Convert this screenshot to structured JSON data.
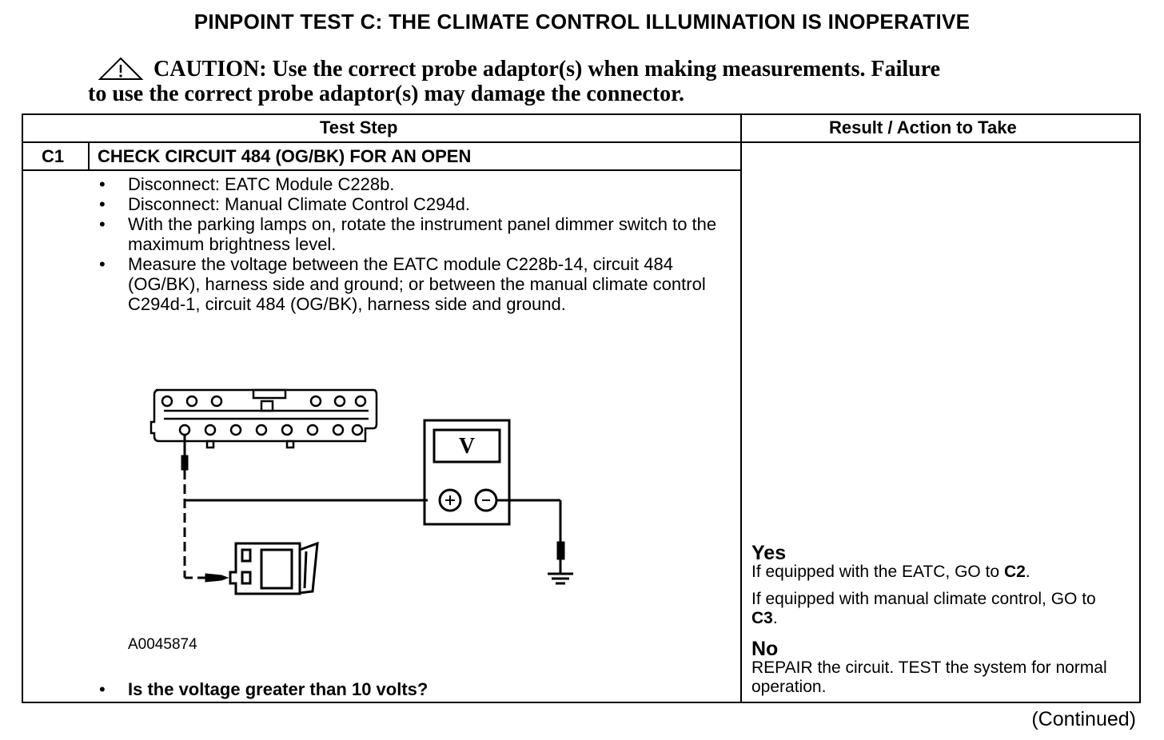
{
  "title": "PINPOINT TEST  C: THE CLIMATE CONTROL ILLUMINATION IS INOPERATIVE",
  "caution": {
    "line1": "CAUTION: Use the correct probe adaptor(s) when making measurements. Failure",
    "line2": "to use the correct probe adaptor(s) may damage the connector."
  },
  "table": {
    "col_test_step": "Test Step",
    "col_result": "Result / Action to Take",
    "step": {
      "id": "C1",
      "title": "CHECK CIRCUIT 484 (OG/BK) FOR AN OPEN",
      "bullets": [
        "Disconnect: EATC Module C228b.",
        "Disconnect: Manual Climate Control C294d.",
        "With the parking lamps on, rotate the instrument panel dimmer switch to the maximum brightness level.",
        "Measure the voltage between the EATC module C228b-14, circuit 484 (OG/BK), harness side and ground; or between the manual climate control C294d-1, circuit 484 (OG/BK), harness side and  ground."
      ],
      "figure_id": "A0045874",
      "meter_label": "V",
      "question": "Is the voltage greater than 10 volts?"
    },
    "results": {
      "yes_head": "Yes",
      "yes_line1_pre": "If equipped with the EATC, GO to ",
      "yes_line1_ref": "C2",
      "yes_line1_post": ".",
      "yes_line2_pre": "If equipped with manual climate control, GO to ",
      "yes_line2_ref": "C3",
      "yes_line2_post": ".",
      "no_head": "No",
      "no_text": "REPAIR the circuit. TEST the system for normal operation."
    }
  },
  "footer": {
    "continued": "(Continued)"
  }
}
